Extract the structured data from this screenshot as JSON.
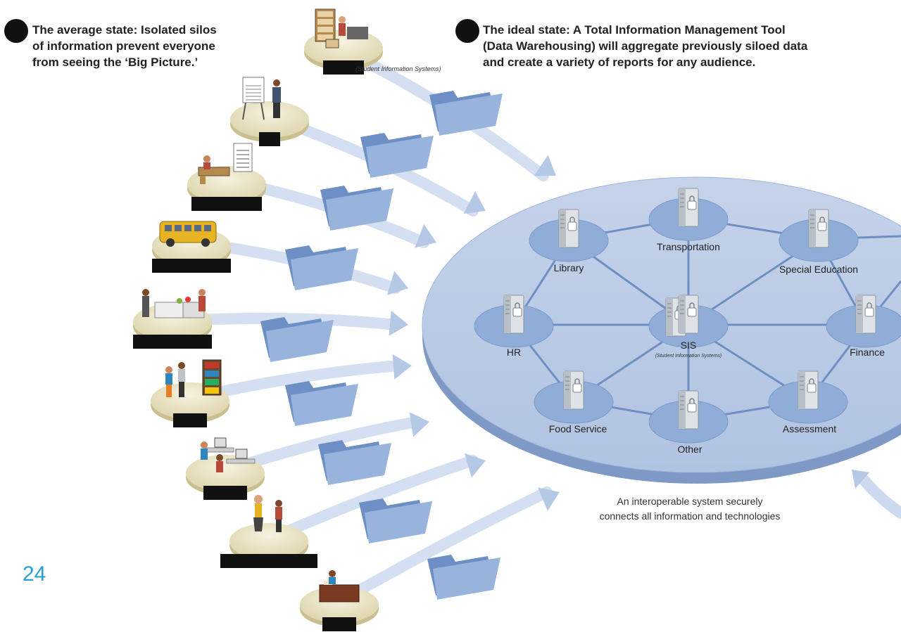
{
  "headings": {
    "average": {
      "lines": [
        "The average state: Isolated silos",
        "of information prevent everyone",
        "from seeing the ‘Big Picture.’"
      ]
    },
    "ideal": {
      "lines": [
        "The ideal state: A Total Information Management Tool",
        "(Data Warehousing) will aggregate previously siloed data",
        "and create a variety of reports for any audience."
      ]
    }
  },
  "silos": [
    {
      "icon": "records-office-icon",
      "note": "(Student Information Systems)"
    },
    {
      "icon": "teacher-assignments-icon"
    },
    {
      "icon": "grades-desk-icon"
    },
    {
      "icon": "school-bus-icon"
    },
    {
      "icon": "cafeteria-icon"
    },
    {
      "icon": "library-shelf-icon"
    },
    {
      "icon": "computer-lab-icon"
    },
    {
      "icon": "parent-student-icon"
    },
    {
      "icon": "office-desk-icon"
    }
  ],
  "nodes": [
    {
      "id": "library",
      "label": "Library"
    },
    {
      "id": "transportation",
      "label": "Transportation"
    },
    {
      "id": "special-education",
      "label": "Special Education"
    },
    {
      "id": "hr",
      "label": "HR"
    },
    {
      "id": "sis",
      "label": "SIS",
      "sublabel": "(Student Information Systems)"
    },
    {
      "id": "finance",
      "label": "Finance"
    },
    {
      "id": "food-service",
      "label": "Food Service"
    },
    {
      "id": "other",
      "label": "Other"
    },
    {
      "id": "assessment",
      "label": "Assessment"
    }
  ],
  "caption": {
    "lines": [
      "An interoperable system securely",
      "connects all information and technologies"
    ]
  },
  "page_number": "24",
  "colors": {
    "platform": "#b8c9e3",
    "platform_edge": "#8fa7cf",
    "node": "#8fadd6",
    "line": "#6f8fc4",
    "folder_back": "#6e8fc5",
    "folder_front": "#98b4dc",
    "arrow": "#c4d3ea",
    "silo_disc": "#e9e3c4",
    "page_number": "#2a9fd6"
  }
}
